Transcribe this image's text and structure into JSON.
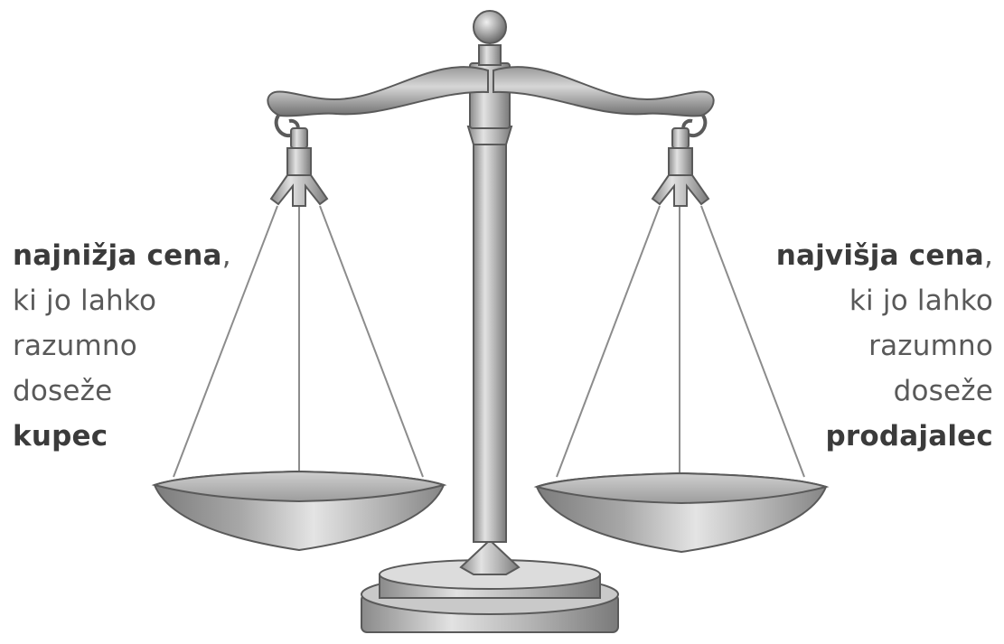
{
  "left_label": {
    "emphasis_top": "najnižja cena",
    "comma": ",",
    "line2": "ki jo lahko",
    "line3": "razumno",
    "line4": "doseže",
    "emphasis_bottom": "kupec"
  },
  "right_label": {
    "emphasis_top": "najvišja cena",
    "comma": ",",
    "line2": "ki jo lahko",
    "line3": "razumno",
    "line4": "doseže",
    "emphasis_bottom": "prodajalec"
  },
  "colors": {
    "text": "#595959",
    "text_emphasis": "#3b3b3b",
    "metal_light": "#dadada",
    "metal_mid": "#a3a3a3",
    "metal_dark": "#6e6e6e",
    "outline": "#5a5a5a"
  },
  "icon": "balance-scale-icon"
}
